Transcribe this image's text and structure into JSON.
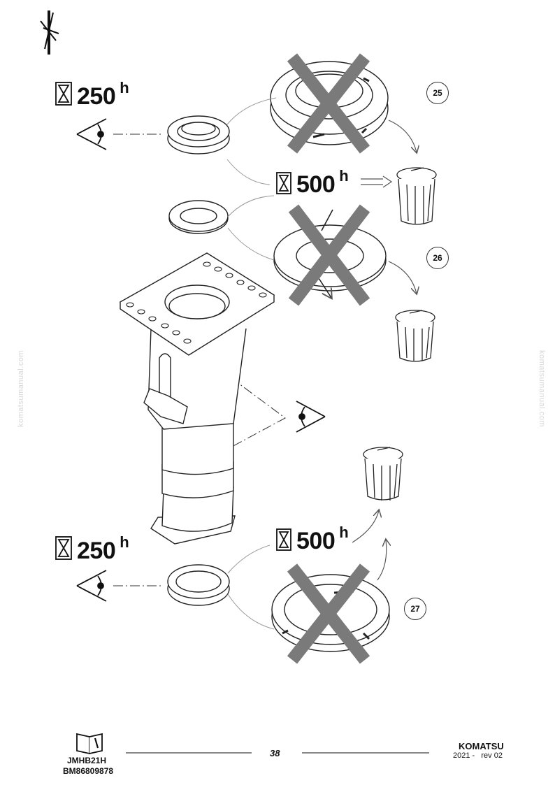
{
  "steps": [
    {
      "id": "25",
      "interval_value": "250",
      "interval_unit": "h",
      "replace_value": "500",
      "replace_unit": "h"
    },
    {
      "id": "26"
    },
    {
      "id": "27",
      "interval_value": "250",
      "interval_unit": "h",
      "replace_value": "500",
      "replace_unit": "h"
    }
  ],
  "watermark": "komatsumanual.com",
  "footer": {
    "model": "JMHB21H",
    "doc_code": "BM86809878",
    "page": "38",
    "brand": "KOMATSU",
    "revision": "2021 -   rev 02"
  },
  "icons": [
    "tools-icon",
    "hourglass-icon",
    "eye-inspect-icon",
    "trash-bin-icon",
    "manual-book-icon"
  ],
  "colors": {
    "cross": "#7a7a7a",
    "line": "#222222",
    "watermark": "#d8d8d8"
  }
}
